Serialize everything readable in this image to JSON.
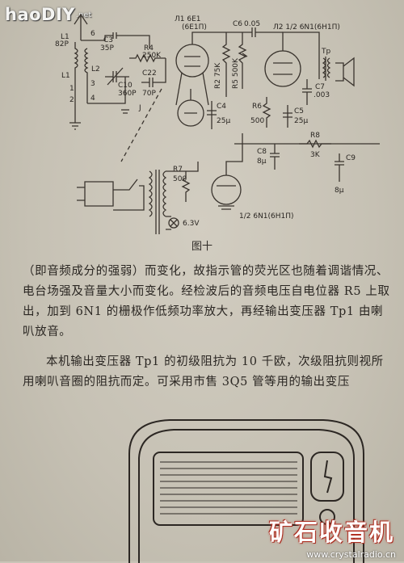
{
  "watermark_top": {
    "main": "haoDIY",
    "suffix": ".net"
  },
  "figure": {
    "caption": "图十",
    "labels": {
      "l1_cap": "L1",
      "c1": "82P",
      "c3": "C3",
      "c3v": "35P",
      "l2": "L2",
      "l1": "L1",
      "c10": "C10",
      "c10v": "360P",
      "r4": "R4",
      "r4v": "250K",
      "c22": "C22",
      "c22v": "70P",
      "tube1": "Л1 6E1",
      "tube1b": "(6E1П)",
      "c6": "C6",
      "c6v": "0.05",
      "r5": "R5 500K",
      "r2": "R2 75K",
      "tube2": "Л2 1/2 6N1(6H1П)",
      "tp": "Tp",
      "c7": "C7",
      "c7v": ".003",
      "r6": "R6",
      "r6v": "500",
      "c4": "C4",
      "c4v": "25μ",
      "c5": "C5",
      "c5v": "25μ",
      "c8": "C8",
      "c8v": "8μ",
      "r8": "R8",
      "r8v": "3K",
      "c9": "C9",
      "c9v": "8μ",
      "r7": "R7",
      "r7v": "500",
      "v63": "6.3V",
      "tube3": "1/2 6N1(6H1П)",
      "n1": "1",
      "n2": "2",
      "n3": "3",
      "n4": "4",
      "n6": "6",
      "j": "J"
    }
  },
  "paragraph1": "（即音频成分的强弱）而变化，故指示管的荧光区也随着调谐情况、电台场强及音量大小而变化。经检波后的音频电压自电位器 R5 上取出，加到 6N1 的栅极作低频功率放大，再经输出变压器 Tp1 由喇叭放音。",
  "paragraph2": "本机输出变压器 Tp1 的初级阻抗为 10 千欧，次级阻抗则视所用喇叭音圈的阻抗而定。可采用市售 3Q5 管等用的输出变压",
  "watermark_bottom": {
    "brand": "矿石收音机",
    "url": "www.crystalradio.cn"
  }
}
